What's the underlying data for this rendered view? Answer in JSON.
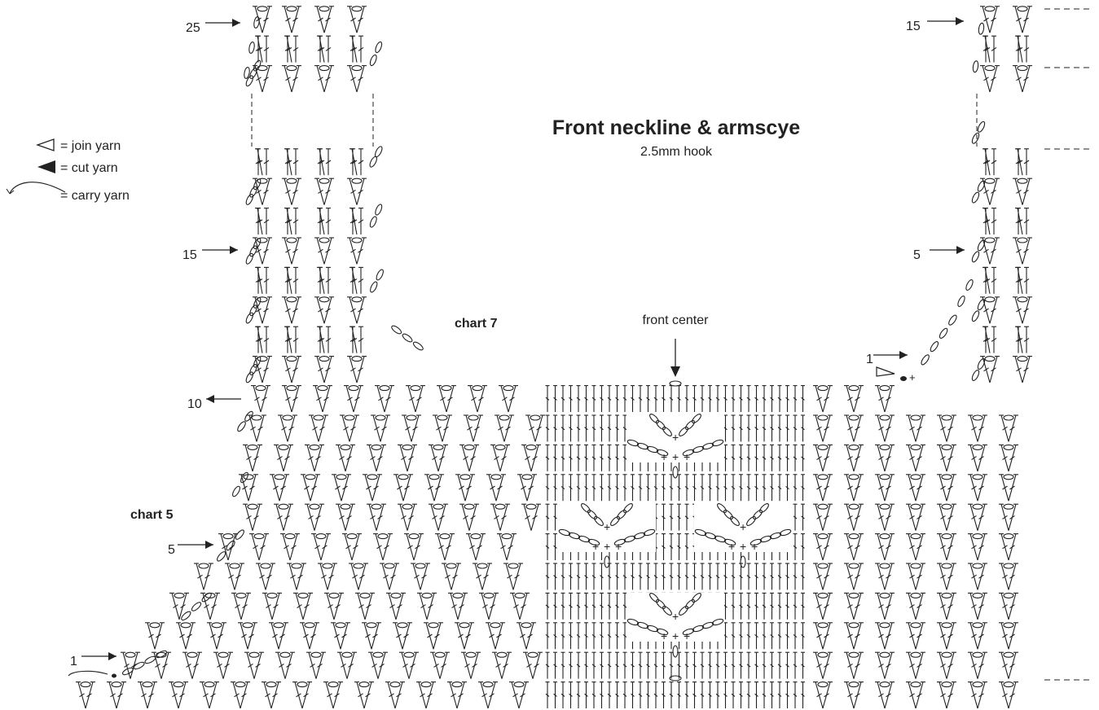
{
  "title": "Front neckline & armscye",
  "subtitle": "2.5mm hook",
  "legend": [
    {
      "symbol": "join-yarn-icon",
      "text": "= join yarn"
    },
    {
      "symbol": "cut-yarn-icon",
      "text": "= cut yarn"
    },
    {
      "symbol": "carry-yarn-icon",
      "text": "= carry yarn"
    }
  ],
  "chart_labels": {
    "left": "chart 5",
    "middle": "chart 7"
  },
  "center_label": "front center",
  "row_markers_left": [
    "25",
    "15",
    "10",
    "5",
    "1"
  ],
  "row_markers_right": [
    "15",
    "5",
    "1"
  ],
  "colors": {
    "ink": "#222222",
    "background": "#ffffff"
  }
}
